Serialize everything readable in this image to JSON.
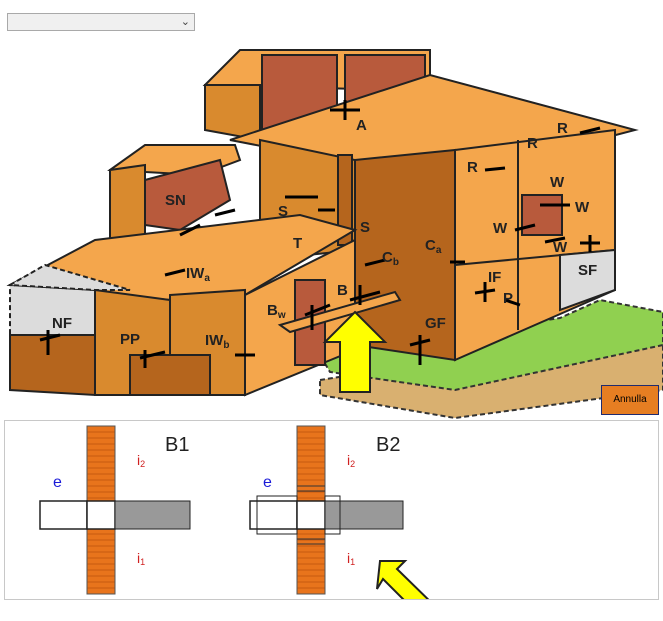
{
  "dropdown": {
    "selected": ""
  },
  "cancel_button": {
    "label": "Annulla"
  },
  "house_labels": {
    "A": "A",
    "SN": "SN",
    "R1": "R",
    "R2": "R",
    "R3": "R",
    "S1": "S",
    "S2": "S",
    "T": "T",
    "Cb_main": "C",
    "Cb_sub": "b",
    "Ca_main": "C",
    "Ca_sub": "a",
    "W1": "W",
    "W2": "W",
    "W3": "W",
    "W4": "W",
    "IWa_main": "IW",
    "IWa_sub": "a",
    "IWb_main": "IW",
    "IWb_sub": "b",
    "B": "B",
    "Bw_main": "B",
    "Bw_sub": "w",
    "IF": "IF",
    "P": "P",
    "SF": "SF",
    "NF": "NF",
    "PP": "PP",
    "GF": "GF"
  },
  "detail": {
    "b1_title": "B1",
    "b2_title": "B2",
    "e1": "e",
    "e2": "e",
    "i2_a_main": "i",
    "i2_a_sub": "2",
    "i1_a_main": "i",
    "i1_a_sub": "1",
    "i2_b_main": "i",
    "i2_b_sub": "2",
    "i1_b_main": "i",
    "i1_b_sub": "1"
  },
  "colors": {
    "dark": "#b5651d",
    "medium": "#d98a2e",
    "light": "#f4a64c",
    "brick": "#b85a3c",
    "grass": "#90d050",
    "ground": "#d9b070",
    "arrow": "#ffff00",
    "gray": "#dcdcdc",
    "hatch": "#e8741c"
  }
}
